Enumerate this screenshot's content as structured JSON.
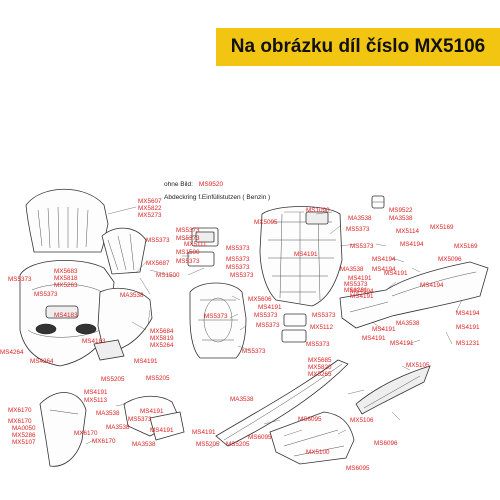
{
  "banner": "Na obrázku díl číslo MX5106",
  "notes": {
    "ohne_bild": {
      "text": "ohne Bild:",
      "code": "MS9520"
    },
    "abdeckring": {
      "text": "Abdeckring f.Einfüllstutzen ( Benzin )"
    }
  },
  "colors": {
    "banner_bg": "#f2c512",
    "label": "#d22222",
    "line": "#333333"
  },
  "labels": [
    {
      "id": "mx5607",
      "text": "MX5607"
    },
    {
      "id": "mx5822",
      "text": "MX5822"
    },
    {
      "id": "mx5273",
      "text": "MX5273"
    },
    {
      "id": "ms5373-a",
      "text": "MS5373"
    },
    {
      "id": "mx5111",
      "text": "MX5111"
    },
    {
      "id": "ms5373-b",
      "text": "MS5373"
    },
    {
      "id": "mx5687",
      "text": "MX5687"
    },
    {
      "id": "ms5373-c",
      "text": "MS5373"
    },
    {
      "id": "ms1500-a",
      "text": "MS1500"
    },
    {
      "id": "ms5373-d",
      "text": "MS5373"
    },
    {
      "id": "ms1500-b",
      "text": "MS1500"
    },
    {
      "id": "ms5373-e",
      "text": "MS5373"
    },
    {
      "id": "mx5683",
      "text": "MX5683"
    },
    {
      "id": "mx5818",
      "text": "MX5818"
    },
    {
      "id": "mx5263",
      "text": "MX5263"
    },
    {
      "id": "ms5373-f",
      "text": "MS5373"
    },
    {
      "id": "ma3538-a",
      "text": "MA3538"
    },
    {
      "id": "ms4183-a",
      "text": "MS4183"
    },
    {
      "id": "mx5684",
      "text": "MX5684"
    },
    {
      "id": "mx5819",
      "text": "MX5819"
    },
    {
      "id": "mx5264",
      "text": "MX5264"
    },
    {
      "id": "ms4183-b",
      "text": "MS4183"
    },
    {
      "id": "ms4264",
      "text": "MS4264"
    },
    {
      "id": "ms4264-b",
      "text": "MS4264"
    },
    {
      "id": "ms4191-a",
      "text": "MS4191"
    },
    {
      "id": "mx5606",
      "text": "MX5606"
    },
    {
      "id": "ms5373-g",
      "text": "MS5373"
    },
    {
      "id": "ms5373-h",
      "text": "MS5373"
    },
    {
      "id": "ms5373-i",
      "text": "MS5373"
    },
    {
      "id": "ms5373-j",
      "text": "MS5373"
    },
    {
      "id": "ms5373-k",
      "text": "MS5373"
    },
    {
      "id": "ms4191-b",
      "text": "MS4191"
    },
    {
      "id": "ms5373-l",
      "text": "MS5373"
    },
    {
      "id": "ms5373-m",
      "text": "MS5373"
    },
    {
      "id": "mx5112",
      "text": "MX5112"
    },
    {
      "id": "ms5373-n",
      "text": "MS5373"
    },
    {
      "id": "ms5373-o",
      "text": "MS5373"
    },
    {
      "id": "ms1090",
      "text": "MS1090"
    },
    {
      "id": "ms9522",
      "text": "MS9522"
    },
    {
      "id": "mx5095",
      "text": "MX5095"
    },
    {
      "id": "ma3538-b",
      "text": "MA3538"
    },
    {
      "id": "ma3538-c",
      "text": "MA3538"
    },
    {
      "id": "mx5169-a",
      "text": "MX5169"
    },
    {
      "id": "ms5373-p",
      "text": "MS5373"
    },
    {
      "id": "mx5114",
      "text": "MX5114"
    },
    {
      "id": "ms4194-a",
      "text": "MS4194"
    },
    {
      "id": "mx5169-b",
      "text": "MX5169"
    },
    {
      "id": "ms4191-c",
      "text": "MS4191"
    },
    {
      "id": "ms5373-q",
      "text": "MS5373"
    },
    {
      "id": "ms4194-b",
      "text": "MS4194"
    },
    {
      "id": "mx5096",
      "text": "MX5096"
    },
    {
      "id": "ma3538-d",
      "text": "MA3538"
    },
    {
      "id": "ms4194-c",
      "text": "MS4194"
    },
    {
      "id": "ms4191-d",
      "text": "MS4191"
    },
    {
      "id": "ms5373-r",
      "text": "MS5373"
    },
    {
      "id": "ms4191-e",
      "text": "MS4191"
    },
    {
      "id": "ms4194-d",
      "text": "MS4194"
    },
    {
      "id": "ms1231-a",
      "text": "MS1231"
    },
    {
      "id": "ms4191-f",
      "text": "MS4191"
    },
    {
      "id": "ms4194-e",
      "text": "MS4194"
    },
    {
      "id": "ms5373-s",
      "text": "MS5373"
    },
    {
      "id": "ms4191-g",
      "text": "MS4191"
    },
    {
      "id": "ma3538-e",
      "text": "MA3538"
    },
    {
      "id": "ms4194-f",
      "text": "MS4194"
    },
    {
      "id": "ms4191-h",
      "text": "MS4191"
    },
    {
      "id": "ms4191-i",
      "text": "MS4191"
    },
    {
      "id": "ms4191-j",
      "text": "MS4191"
    },
    {
      "id": "ms1231-b",
      "text": "MS1231"
    },
    {
      "id": "mx5685",
      "text": "MX5685"
    },
    {
      "id": "mx5820",
      "text": "MX5820"
    },
    {
      "id": "mx5265",
      "text": "MX5265"
    },
    {
      "id": "mx5105",
      "text": "MX5105"
    },
    {
      "id": "ms5205-a",
      "text": "MS5205"
    },
    {
      "id": "ms5205-b",
      "text": "MS5205"
    },
    {
      "id": "ms4191-k",
      "text": "MS4191"
    },
    {
      "id": "mx5113",
      "text": "MX5113"
    },
    {
      "id": "ma3538-f",
      "text": "MA3538"
    },
    {
      "id": "ms4191-l",
      "text": "MS4191"
    },
    {
      "id": "ms5373-t",
      "text": "MS5373"
    },
    {
      "id": "ma3538-g",
      "text": "MA3538"
    },
    {
      "id": "mx6170-a",
      "text": "MX6170"
    },
    {
      "id": "mx6170-b",
      "text": "MX6170"
    },
    {
      "id": "ma0050",
      "text": "MA0050"
    },
    {
      "id": "mx5286",
      "text": "MX5286"
    },
    {
      "id": "mx5107",
      "text": "MX5107"
    },
    {
      "id": "mx6170-c",
      "text": "MX6170"
    },
    {
      "id": "mx6170-d",
      "text": "MX6170"
    },
    {
      "id": "ma3538-h",
      "text": "MA3538"
    },
    {
      "id": "ms4191-m",
      "text": "MS4191"
    },
    {
      "id": "ms4191-n",
      "text": "MS4191"
    },
    {
      "id": "ma3538-i",
      "text": "MA3538"
    },
    {
      "id": "ms6095-a",
      "text": "MS6095"
    },
    {
      "id": "ms6095-b",
      "text": "MS6095"
    },
    {
      "id": "ms5205-c",
      "text": "MS5205"
    },
    {
      "id": "ms5205-d",
      "text": "MS5205"
    },
    {
      "id": "mx5106",
      "text": "MX5106"
    },
    {
      "id": "mx5100",
      "text": "MX5100"
    },
    {
      "id": "ms6096",
      "text": "MS6096"
    },
    {
      "id": "ms6095-c",
      "text": "MS6095"
    }
  ]
}
